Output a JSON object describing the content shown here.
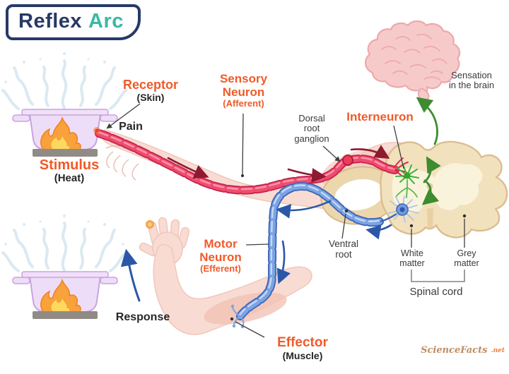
{
  "logo": {
    "part1": "Reflex",
    "part2": "Arc"
  },
  "labels": {
    "receptor": {
      "title": "Receptor",
      "sub": "(Skin)"
    },
    "pain": "Pain",
    "stimulus": {
      "title": "Stimulus",
      "sub": "(Heat)"
    },
    "sensory": {
      "title": "Sensory Neuron",
      "sub": "(Afferent)"
    },
    "dorsal_root_ganglion": "Dorsal root ganglion",
    "interneuron": "Interneuron",
    "sensation_in_brain": "Sensation in the brain",
    "ventral_root": "Ventral root",
    "white_matter": "White matter",
    "grey_matter": "Grey matter",
    "spinal_cord": "Spinal cord",
    "motor": {
      "title": "Motor Neuron",
      "sub": "(Efferent)"
    },
    "effector": {
      "title": "Effector",
      "sub": "(Muscle)"
    },
    "response": "Response"
  },
  "watermark": {
    "name": "ScienceFacts",
    "tld": ".net"
  },
  "colors": {
    "accent_orange": "#f15a29",
    "logo_navy": "#273a66",
    "logo_teal": "#3bb8a5",
    "sensory_red": "#ef4d6e",
    "motor_blue": "#7ba4e3",
    "arrow_green": "#3d8c2f",
    "arrow_dark_red": "#8e1a30",
    "arrow_dark_blue": "#2b57a8",
    "spinal_tan": "#f2e1bd",
    "brain_pink": "#f7caca",
    "pot_lavender": "#eeddf8"
  }
}
